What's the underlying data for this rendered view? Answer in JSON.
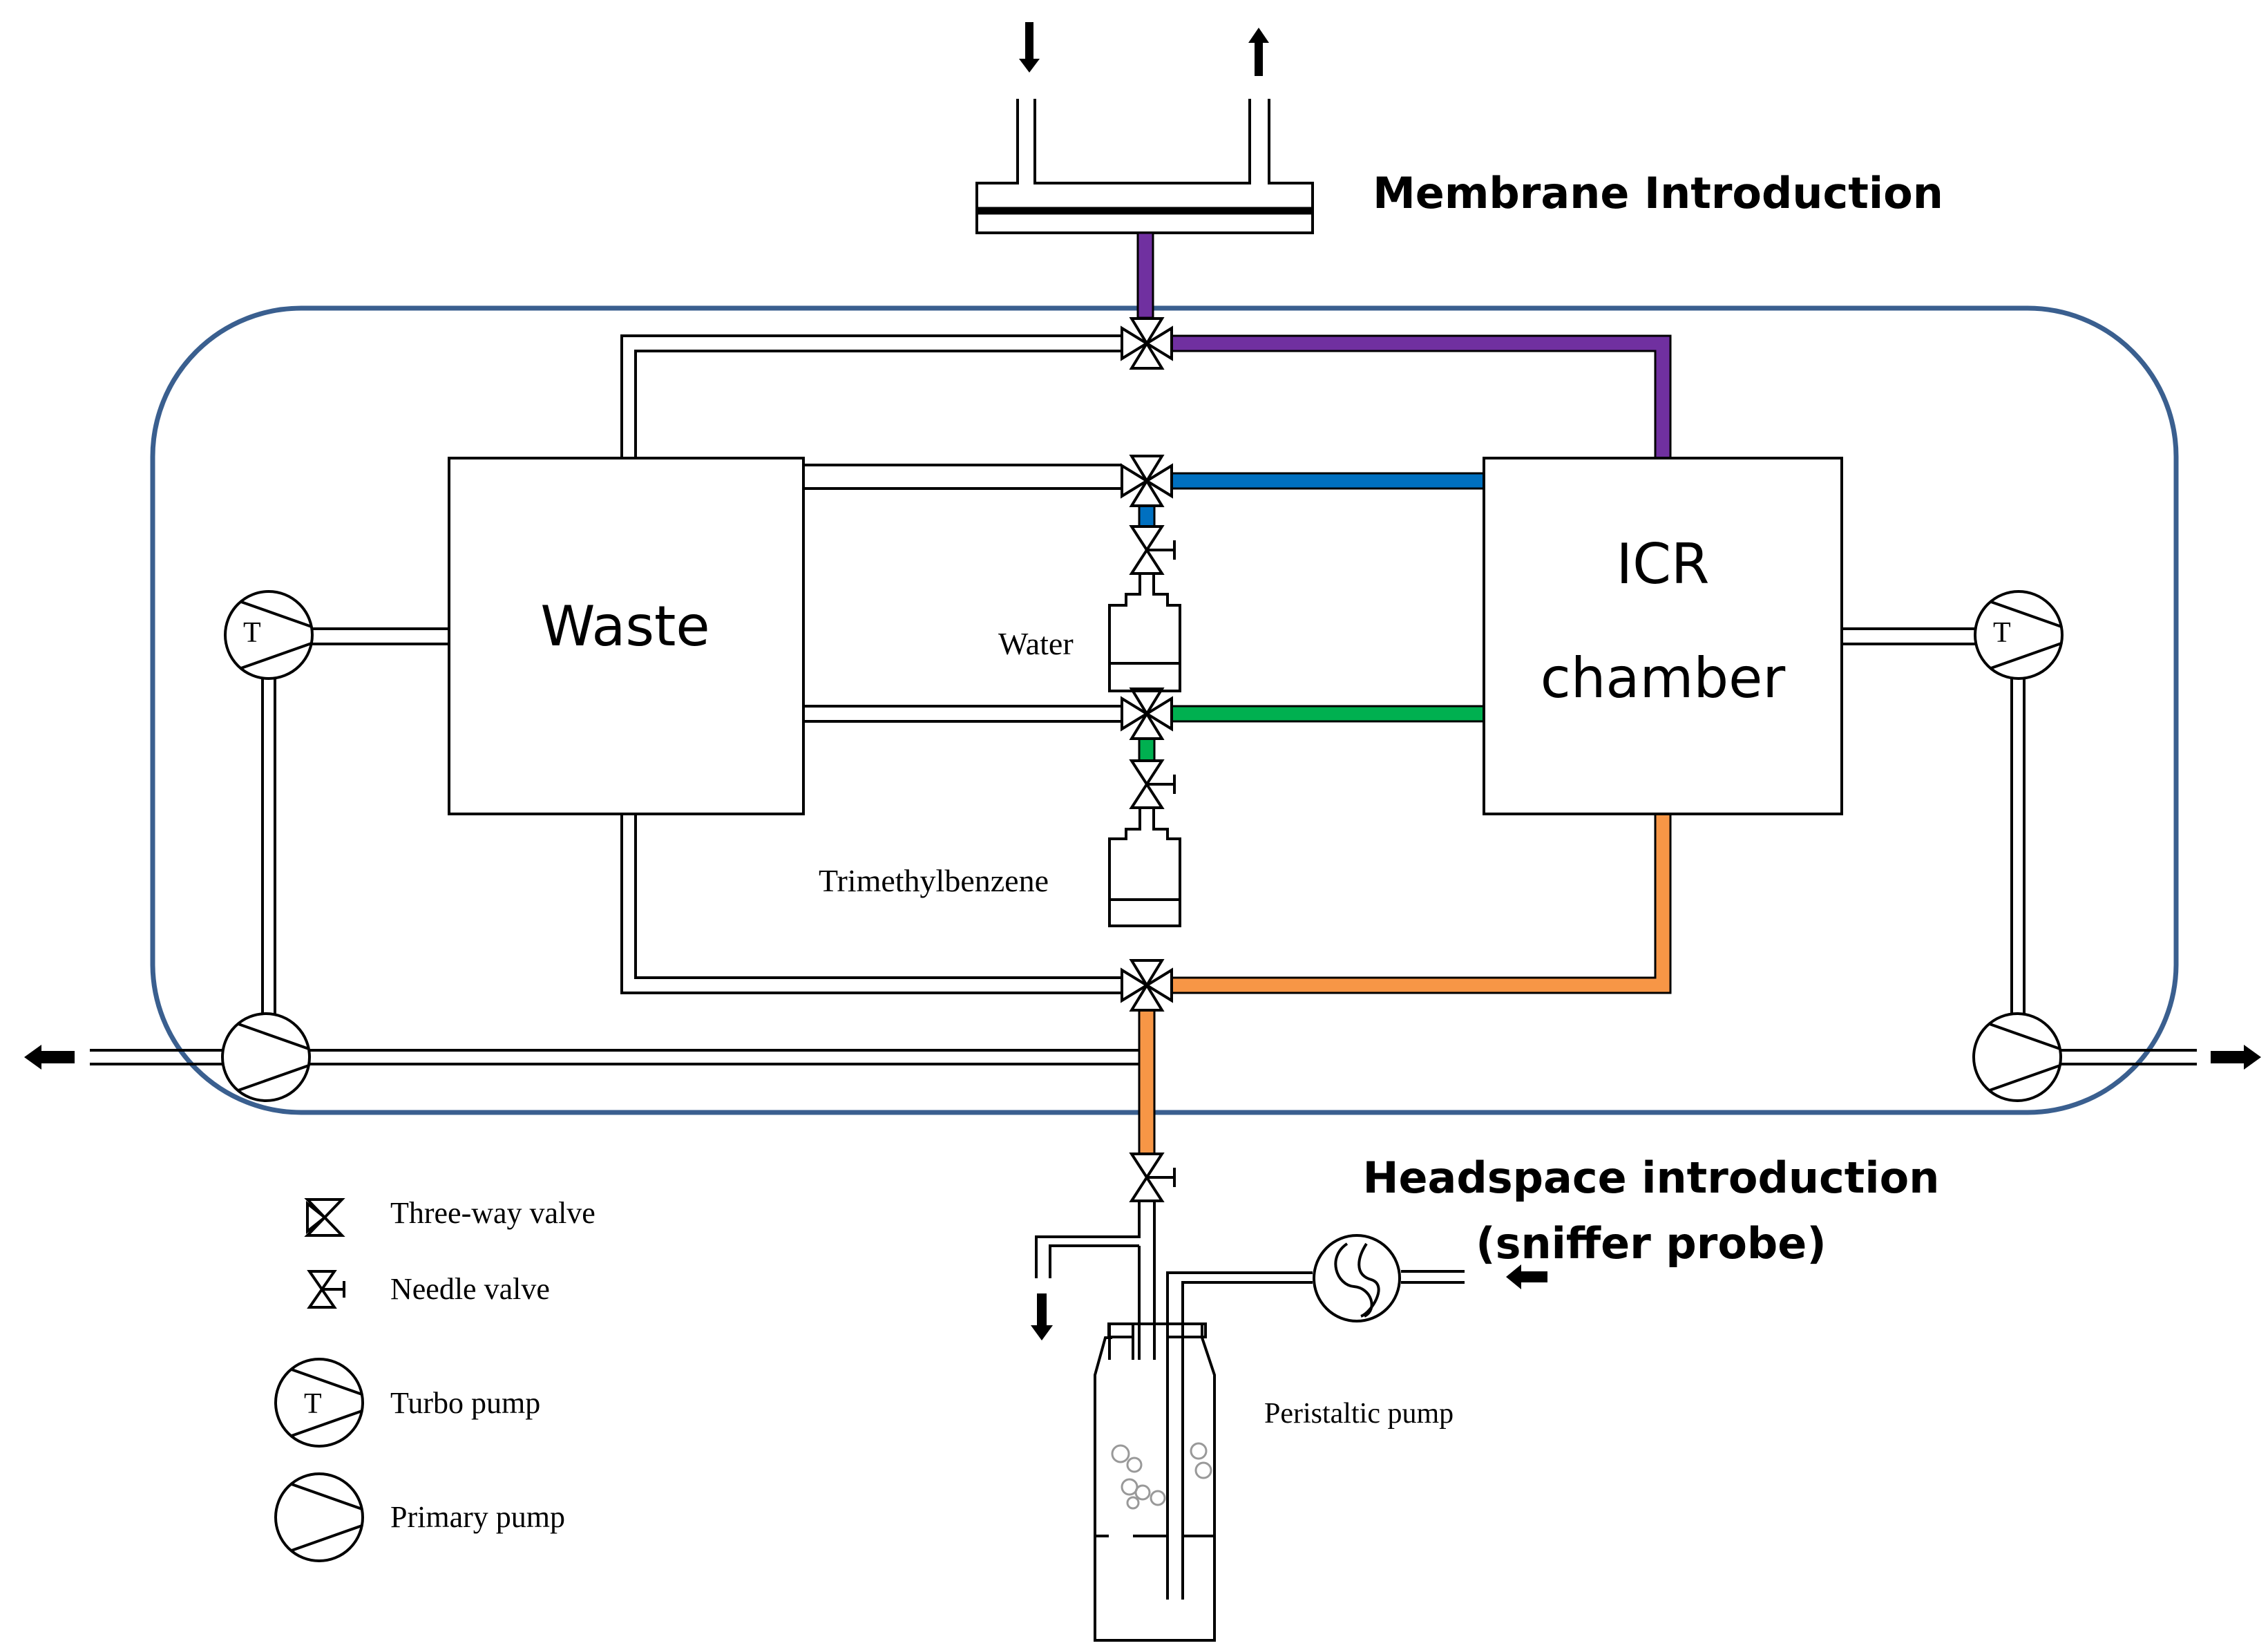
{
  "diagram": {
    "titles": {
      "membrane": "Membrane Introduction",
      "headspace_line1": "Headspace introduction",
      "headspace_line2": "(sniffer probe)"
    },
    "boxes": {
      "waste": "Waste",
      "icr_line1": "ICR",
      "icr_line2": "chamber"
    },
    "reagents": {
      "water": "Water",
      "tmb": "Trimethylbenzene"
    },
    "pumps": {
      "turbo_mark": "T",
      "peristaltic": "Peristaltic pump"
    },
    "legend": [
      {
        "icon": "three-way-valve-icon",
        "label": "Three-way valve"
      },
      {
        "icon": "needle-valve-icon",
        "label": "Needle valve"
      },
      {
        "icon": "turbo-pump-icon",
        "label": "Turbo pump",
        "mark": "T"
      },
      {
        "icon": "primary-pump-icon",
        "label": "Primary pump"
      }
    ],
    "line_colors": {
      "membrane": "#7030a0",
      "water": "#0070c0",
      "tmb": "#00b050",
      "headspace": "#f79646",
      "enclosure": "#3a5f8f"
    }
  }
}
